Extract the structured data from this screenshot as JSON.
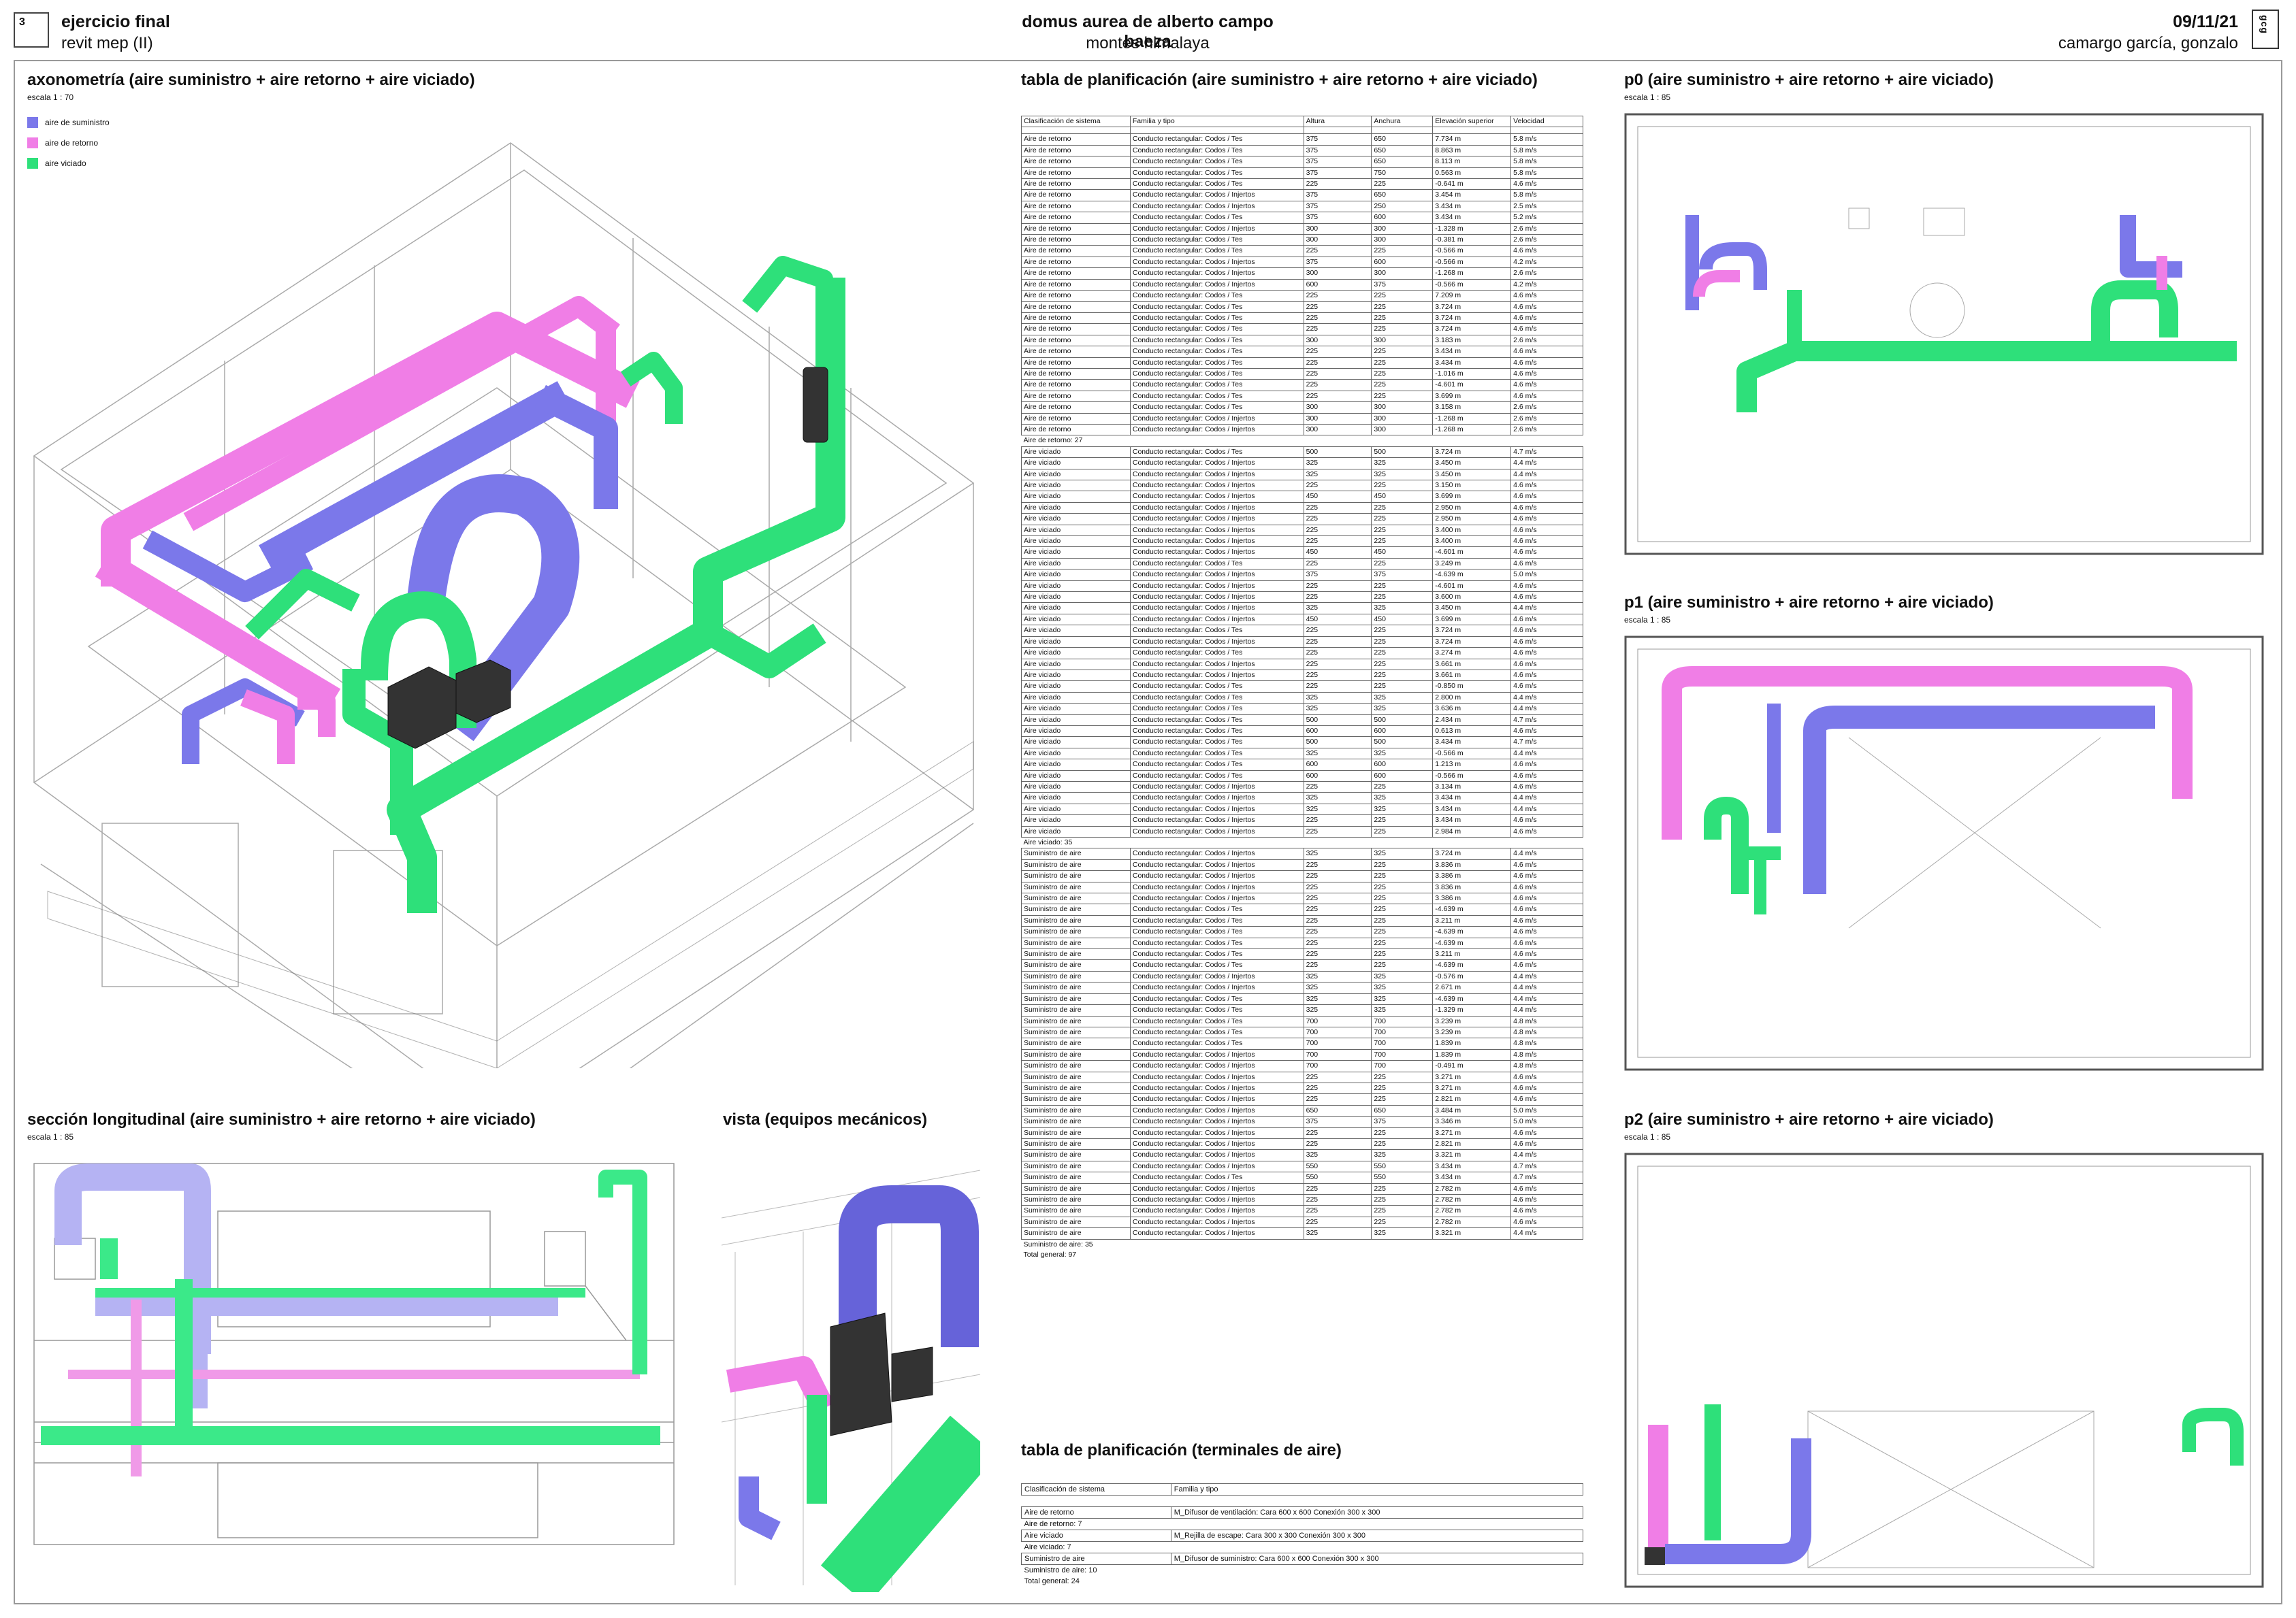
{
  "header": {
    "sheet_number": "3",
    "title": "ejercicio final",
    "subtitle": "revit mep (II)",
    "project": "domus aurea de alberto campo baeza",
    "location": "montes himalaya",
    "date": "09/11/21",
    "author": "camargo garcía, gonzalo",
    "logo_text": "gcg"
  },
  "colors": {
    "supply": "#7b78ea",
    "return": "#f07ee6",
    "exhaust": "#2ee07a"
  },
  "axo": {
    "title": "axonometría (aire suministro + aire retorno + aire viciado)",
    "scale": "escala   1 : 70",
    "legend": [
      {
        "label": "aire de suministro",
        "color": "#7b78ea"
      },
      {
        "label": "aire de retorno",
        "color": "#f07ee6"
      },
      {
        "label": "aire viciado",
        "color": "#2ee07a"
      }
    ]
  },
  "section": {
    "title": "sección longitudinal (aire suministro + aire retorno + aire viciado)",
    "scale": "escala   1 : 85"
  },
  "vista": {
    "title": "vista (equipos mecánicos)"
  },
  "schedule": {
    "title": "tabla de planificación (aire suministro + aire retorno + aire viciado)",
    "headers": [
      "Clasificación de sistema",
      "Familia y tipo",
      "Altura",
      "Anchura",
      "Elevación superior",
      "Velocidad"
    ],
    "return_rows": [
      [
        "Aire de retorno",
        "Conducto rectangular: Codos / Tes",
        "375",
        "650",
        "7.734 m",
        "5.8 m/s"
      ],
      [
        "Aire de retorno",
        "Conducto rectangular: Codos / Tes",
        "375",
        "650",
        "8.863 m",
        "5.8 m/s"
      ],
      [
        "Aire de retorno",
        "Conducto rectangular: Codos / Tes",
        "375",
        "650",
        "8.113 m",
        "5.8 m/s"
      ],
      [
        "Aire de retorno",
        "Conducto rectangular: Codos / Tes",
        "375",
        "750",
        "0.563 m",
        "5.8 m/s"
      ],
      [
        "Aire de retorno",
        "Conducto rectangular: Codos / Tes",
        "225",
        "225",
        "-0.641 m",
        "4.6 m/s"
      ],
      [
        "Aire de retorno",
        "Conducto rectangular: Codos / Injertos",
        "375",
        "650",
        "3.454 m",
        "5.8 m/s"
      ],
      [
        "Aire de retorno",
        "Conducto rectangular: Codos / Injertos",
        "375",
        "250",
        "3.434 m",
        "2.5 m/s"
      ],
      [
        "Aire de retorno",
        "Conducto rectangular: Codos / Tes",
        "375",
        "600",
        "3.434 m",
        "5.2 m/s"
      ],
      [
        "Aire de retorno",
        "Conducto rectangular: Codos / Injertos",
        "300",
        "300",
        "-1.328 m",
        "2.6 m/s"
      ],
      [
        "Aire de retorno",
        "Conducto rectangular: Codos / Tes",
        "300",
        "300",
        "-0.381 m",
        "2.6 m/s"
      ],
      [
        "Aire de retorno",
        "Conducto rectangular: Codos / Tes",
        "225",
        "225",
        "-0.566 m",
        "4.6 m/s"
      ],
      [
        "Aire de retorno",
        "Conducto rectangular: Codos / Injertos",
        "375",
        "600",
        "-0.566 m",
        "4.2 m/s"
      ],
      [
        "Aire de retorno",
        "Conducto rectangular: Codos / Injertos",
        "300",
        "300",
        "-1.268 m",
        "2.6 m/s"
      ],
      [
        "Aire de retorno",
        "Conducto rectangular: Codos / Injertos",
        "600",
        "375",
        "-0.566 m",
        "4.2 m/s"
      ],
      [
        "Aire de retorno",
        "Conducto rectangular: Codos / Tes",
        "225",
        "225",
        "7.209 m",
        "4.6 m/s"
      ],
      [
        "Aire de retorno",
        "Conducto rectangular: Codos / Tes",
        "225",
        "225",
        "3.724 m",
        "4.6 m/s"
      ],
      [
        "Aire de retorno",
        "Conducto rectangular: Codos / Tes",
        "225",
        "225",
        "3.724 m",
        "4.6 m/s"
      ],
      [
        "Aire de retorno",
        "Conducto rectangular: Codos / Tes",
        "225",
        "225",
        "3.724 m",
        "4.6 m/s"
      ],
      [
        "Aire de retorno",
        "Conducto rectangular: Codos / Tes",
        "300",
        "300",
        "3.183 m",
        "2.6 m/s"
      ],
      [
        "Aire de retorno",
        "Conducto rectangular: Codos / Tes",
        "225",
        "225",
        "3.434 m",
        "4.6 m/s"
      ],
      [
        "Aire de retorno",
        "Conducto rectangular: Codos / Tes",
        "225",
        "225",
        "3.434 m",
        "4.6 m/s"
      ],
      [
        "Aire de retorno",
        "Conducto rectangular: Codos / Tes",
        "225",
        "225",
        "-1.016 m",
        "4.6 m/s"
      ],
      [
        "Aire de retorno",
        "Conducto rectangular: Codos / Tes",
        "225",
        "225",
        "-4.601 m",
        "4.6 m/s"
      ],
      [
        "Aire de retorno",
        "Conducto rectangular: Codos / Tes",
        "225",
        "225",
        "3.699 m",
        "4.6 m/s"
      ],
      [
        "Aire de retorno",
        "Conducto rectangular: Codos / Tes",
        "300",
        "300",
        "3.158 m",
        "2.6 m/s"
      ],
      [
        "Aire de retorno",
        "Conducto rectangular: Codos / Injertos",
        "300",
        "300",
        "-1.268 m",
        "2.6 m/s"
      ],
      [
        "Aire de retorno",
        "Conducto rectangular: Codos / Injertos",
        "300",
        "300",
        "-1.268 m",
        "2.6 m/s"
      ]
    ],
    "return_total": "Aire de retorno: 27",
    "exhaust_rows": [
      [
        "Aire viciado",
        "Conducto rectangular: Codos / Tes",
        "500",
        "500",
        "3.724 m",
        "4.7 m/s"
      ],
      [
        "Aire viciado",
        "Conducto rectangular: Codos / Injertos",
        "325",
        "325",
        "3.450 m",
        "4.4 m/s"
      ],
      [
        "Aire viciado",
        "Conducto rectangular: Codos / Injertos",
        "325",
        "325",
        "3.450 m",
        "4.4 m/s"
      ],
      [
        "Aire viciado",
        "Conducto rectangular: Codos / Injertos",
        "225",
        "225",
        "3.150 m",
        "4.6 m/s"
      ],
      [
        "Aire viciado",
        "Conducto rectangular: Codos / Injertos",
        "450",
        "450",
        "3.699 m",
        "4.6 m/s"
      ],
      [
        "Aire viciado",
        "Conducto rectangular: Codos / Injertos",
        "225",
        "225",
        "2.950 m",
        "4.6 m/s"
      ],
      [
        "Aire viciado",
        "Conducto rectangular: Codos / Injertos",
        "225",
        "225",
        "2.950 m",
        "4.6 m/s"
      ],
      [
        "Aire viciado",
        "Conducto rectangular: Codos / Injertos",
        "225",
        "225",
        "3.400 m",
        "4.6 m/s"
      ],
      [
        "Aire viciado",
        "Conducto rectangular: Codos / Injertos",
        "225",
        "225",
        "3.400 m",
        "4.6 m/s"
      ],
      [
        "Aire viciado",
        "Conducto rectangular: Codos / Injertos",
        "450",
        "450",
        "-4.601 m",
        "4.6 m/s"
      ],
      [
        "Aire viciado",
        "Conducto rectangular: Codos / Tes",
        "225",
        "225",
        "3.249 m",
        "4.6 m/s"
      ],
      [
        "Aire viciado",
        "Conducto rectangular: Codos / Injertos",
        "375",
        "375",
        "-4.639 m",
        "5.0 m/s"
      ],
      [
        "Aire viciado",
        "Conducto rectangular: Codos / Injertos",
        "225",
        "225",
        "-4.601 m",
        "4.6 m/s"
      ],
      [
        "Aire viciado",
        "Conducto rectangular: Codos / Injertos",
        "225",
        "225",
        "3.600 m",
        "4.6 m/s"
      ],
      [
        "Aire viciado",
        "Conducto rectangular: Codos / Injertos",
        "325",
        "325",
        "3.450 m",
        "4.4 m/s"
      ],
      [
        "Aire viciado",
        "Conducto rectangular: Codos / Injertos",
        "450",
        "450",
        "3.699 m",
        "4.6 m/s"
      ],
      [
        "Aire viciado",
        "Conducto rectangular: Codos / Tes",
        "225",
        "225",
        "3.724 m",
        "4.6 m/s"
      ],
      [
        "Aire viciado",
        "Conducto rectangular: Codos / Injertos",
        "225",
        "225",
        "3.724 m",
        "4.6 m/s"
      ],
      [
        "Aire viciado",
        "Conducto rectangular: Codos / Tes",
        "225",
        "225",
        "3.274 m",
        "4.6 m/s"
      ],
      [
        "Aire viciado",
        "Conducto rectangular: Codos / Injertos",
        "225",
        "225",
        "3.661 m",
        "4.6 m/s"
      ],
      [
        "Aire viciado",
        "Conducto rectangular: Codos / Injertos",
        "225",
        "225",
        "3.661 m",
        "4.6 m/s"
      ],
      [
        "Aire viciado",
        "Conducto rectangular: Codos / Tes",
        "225",
        "225",
        "-0.850 m",
        "4.6 m/s"
      ],
      [
        "Aire viciado",
        "Conducto rectangular: Codos / Tes",
        "325",
        "325",
        "2.800 m",
        "4.4 m/s"
      ],
      [
        "Aire viciado",
        "Conducto rectangular: Codos / Tes",
        "325",
        "325",
        "3.636 m",
        "4.4 m/s"
      ],
      [
        "Aire viciado",
        "Conducto rectangular: Codos / Tes",
        "500",
        "500",
        "2.434 m",
        "4.7 m/s"
      ],
      [
        "Aire viciado",
        "Conducto rectangular: Codos / Tes",
        "600",
        "600",
        "0.613 m",
        "4.6 m/s"
      ],
      [
        "Aire viciado",
        "Conducto rectangular: Codos / Tes",
        "500",
        "500",
        "3.434 m",
        "4.7 m/s"
      ],
      [
        "Aire viciado",
        "Conducto rectangular: Codos / Tes",
        "325",
        "325",
        "-0.566 m",
        "4.4 m/s"
      ],
      [
        "Aire viciado",
        "Conducto rectangular: Codos / Tes",
        "600",
        "600",
        "1.213 m",
        "4.6 m/s"
      ],
      [
        "Aire viciado",
        "Conducto rectangular: Codos / Tes",
        "600",
        "600",
        "-0.566 m",
        "4.6 m/s"
      ],
      [
        "Aire viciado",
        "Conducto rectangular: Codos / Injertos",
        "225",
        "225",
        "3.134 m",
        "4.6 m/s"
      ],
      [
        "Aire viciado",
        "Conducto rectangular: Codos / Injertos",
        "325",
        "325",
        "3.434 m",
        "4.4 m/s"
      ],
      [
        "Aire viciado",
        "Conducto rectangular: Codos / Injertos",
        "325",
        "325",
        "3.434 m",
        "4.4 m/s"
      ],
      [
        "Aire viciado",
        "Conducto rectangular: Codos / Injertos",
        "225",
        "225",
        "3.434 m",
        "4.6 m/s"
      ],
      [
        "Aire viciado",
        "Conducto rectangular: Codos / Injertos",
        "225",
        "225",
        "2.984 m",
        "4.6 m/s"
      ]
    ],
    "exhaust_total": "Aire viciado: 35",
    "supply_rows": [
      [
        "Suministro de aire",
        "Conducto rectangular: Codos / Injertos",
        "325",
        "325",
        "3.724 m",
        "4.4 m/s"
      ],
      [
        "Suministro de aire",
        "Conducto rectangular: Codos / Injertos",
        "225",
        "225",
        "3.836 m",
        "4.6 m/s"
      ],
      [
        "Suministro de aire",
        "Conducto rectangular: Codos / Injertos",
        "225",
        "225",
        "3.386 m",
        "4.6 m/s"
      ],
      [
        "Suministro de aire",
        "Conducto rectangular: Codos / Injertos",
        "225",
        "225",
        "3.836 m",
        "4.6 m/s"
      ],
      [
        "Suministro de aire",
        "Conducto rectangular: Codos / Injertos",
        "225",
        "225",
        "3.386 m",
        "4.6 m/s"
      ],
      [
        "Suministro de aire",
        "Conducto rectangular: Codos / Tes",
        "225",
        "225",
        "-4.639 m",
        "4.6 m/s"
      ],
      [
        "Suministro de aire",
        "Conducto rectangular: Codos / Tes",
        "225",
        "225",
        "3.211 m",
        "4.6 m/s"
      ],
      [
        "Suministro de aire",
        "Conducto rectangular: Codos / Tes",
        "225",
        "225",
        "-4.639 m",
        "4.6 m/s"
      ],
      [
        "Suministro de aire",
        "Conducto rectangular: Codos / Tes",
        "225",
        "225",
        "-4.639 m",
        "4.6 m/s"
      ],
      [
        "Suministro de aire",
        "Conducto rectangular: Codos / Tes",
        "225",
        "225",
        "3.211 m",
        "4.6 m/s"
      ],
      [
        "Suministro de aire",
        "Conducto rectangular: Codos / Tes",
        "225",
        "225",
        "-4.639 m",
        "4.6 m/s"
      ],
      [
        "Suministro de aire",
        "Conducto rectangular: Codos / Injertos",
        "325",
        "325",
        "-0.576 m",
        "4.4 m/s"
      ],
      [
        "Suministro de aire",
        "Conducto rectangular: Codos / Injertos",
        "325",
        "325",
        "2.671 m",
        "4.4 m/s"
      ],
      [
        "Suministro de aire",
        "Conducto rectangular: Codos / Tes",
        "325",
        "325",
        "-4.639 m",
        "4.4 m/s"
      ],
      [
        "Suministro de aire",
        "Conducto rectangular: Codos / Tes",
        "325",
        "325",
        "-1.329 m",
        "4.4 m/s"
      ],
      [
        "Suministro de aire",
        "Conducto rectangular: Codos / Tes",
        "700",
        "700",
        "3.239 m",
        "4.8 m/s"
      ],
      [
        "Suministro de aire",
        "Conducto rectangular: Codos / Tes",
        "700",
        "700",
        "3.239 m",
        "4.8 m/s"
      ],
      [
        "Suministro de aire",
        "Conducto rectangular: Codos / Tes",
        "700",
        "700",
        "1.839 m",
        "4.8 m/s"
      ],
      [
        "Suministro de aire",
        "Conducto rectangular: Codos / Injertos",
        "700",
        "700",
        "1.839 m",
        "4.8 m/s"
      ],
      [
        "Suministro de aire",
        "Conducto rectangular: Codos / Injertos",
        "700",
        "700",
        "-0.491 m",
        "4.8 m/s"
      ],
      [
        "Suministro de aire",
        "Conducto rectangular: Codos / Injertos",
        "225",
        "225",
        "3.271 m",
        "4.6 m/s"
      ],
      [
        "Suministro de aire",
        "Conducto rectangular: Codos / Injertos",
        "225",
        "225",
        "3.271 m",
        "4.6 m/s"
      ],
      [
        "Suministro de aire",
        "Conducto rectangular: Codos / Injertos",
        "225",
        "225",
        "2.821 m",
        "4.6 m/s"
      ],
      [
        "Suministro de aire",
        "Conducto rectangular: Codos / Injertos",
        "650",
        "650",
        "3.484 m",
        "5.0 m/s"
      ],
      [
        "Suministro de aire",
        "Conducto rectangular: Codos / Injertos",
        "375",
        "375",
        "3.346 m",
        "5.0 m/s"
      ],
      [
        "Suministro de aire",
        "Conducto rectangular: Codos / Injertos",
        "225",
        "225",
        "3.271 m",
        "4.6 m/s"
      ],
      [
        "Suministro de aire",
        "Conducto rectangular: Codos / Injertos",
        "225",
        "225",
        "2.821 m",
        "4.6 m/s"
      ],
      [
        "Suministro de aire",
        "Conducto rectangular: Codos / Injertos",
        "325",
        "325",
        "3.321 m",
        "4.4 m/s"
      ],
      [
        "Suministro de aire",
        "Conducto rectangular: Codos / Injertos",
        "550",
        "550",
        "3.434 m",
        "4.7 m/s"
      ],
      [
        "Suministro de aire",
        "Conducto rectangular: Codos / Tes",
        "550",
        "550",
        "3.434 m",
        "4.7 m/s"
      ],
      [
        "Suministro de aire",
        "Conducto rectangular: Codos / Injertos",
        "225",
        "225",
        "2.782 m",
        "4.6 m/s"
      ],
      [
        "Suministro de aire",
        "Conducto rectangular: Codos / Injertos",
        "225",
        "225",
        "2.782 m",
        "4.6 m/s"
      ],
      [
        "Suministro de aire",
        "Conducto rectangular: Codos / Injertos",
        "225",
        "225",
        "2.782 m",
        "4.6 m/s"
      ],
      [
        "Suministro de aire",
        "Conducto rectangular: Codos / Injertos",
        "225",
        "225",
        "2.782 m",
        "4.6 m/s"
      ],
      [
        "Suministro de aire",
        "Conducto rectangular: Codos / Injertos",
        "325",
        "325",
        "3.321 m",
        "4.4 m/s"
      ]
    ],
    "supply_total": "Suministro de aire: 35",
    "grand_total": "Total general: 97"
  },
  "terminals": {
    "title": "tabla de planificación (terminales de aire)",
    "headers": [
      "Clasificación de sistema",
      "Familia y tipo"
    ],
    "groups": [
      {
        "system": "Aire de retorno",
        "family": "M_Difusor de ventilación: Cara 600 x 600 Conexión 300 x 300",
        "total": "Aire de retorno: 7"
      },
      {
        "system": "Aire viciado",
        "family": "M_Rejilla de escape: Cara 300 x 300 Conexión 300 x 300",
        "total": "Aire viciado: 7"
      },
      {
        "system": "Suministro de aire",
        "family": "M_Difusor de suministro: Cara 600 x 600 Conexión 300 x 300",
        "total": "Suministro de aire: 10"
      }
    ],
    "grand_total": "Total general: 24"
  },
  "plans": [
    {
      "title": "p0 (aire suministro + aire retorno + aire viciado)",
      "scale": "escala   1 : 85"
    },
    {
      "title": "p1 (aire suministro + aire retorno + aire viciado)",
      "scale": "escala   1 : 85"
    },
    {
      "title": "p2 (aire suministro + aire retorno + aire viciado)",
      "scale": "escala   1 : 85"
    }
  ]
}
